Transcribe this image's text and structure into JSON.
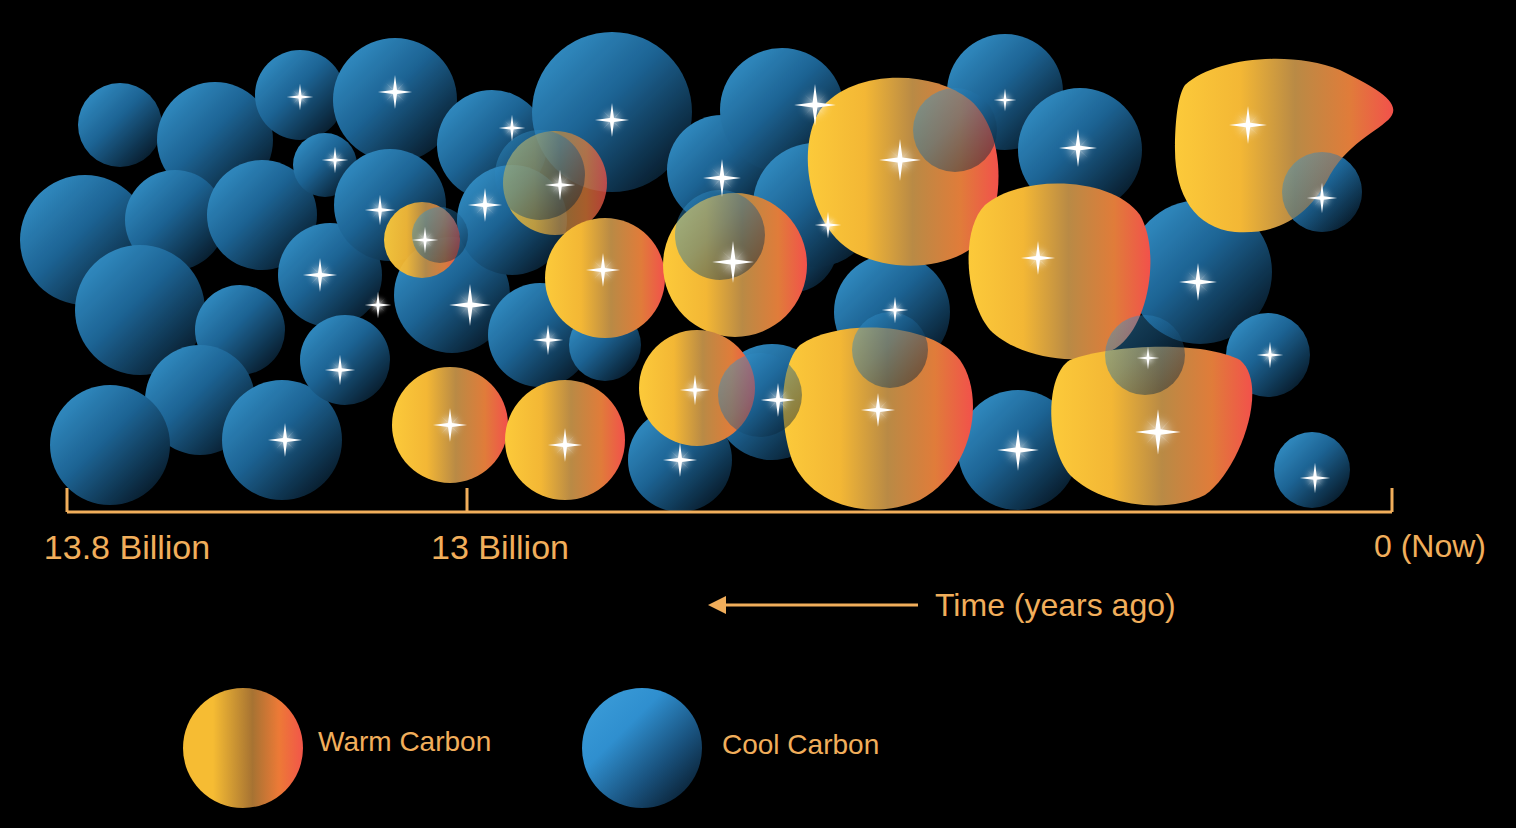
{
  "diagram": {
    "labels": [
      "13.8 Billion",
      "13 Billion",
      "0 (Now)",
      "Time (years ago)"
    ],
    "legend": [
      {
        "text": "Warm Carbon",
        "color": "#f6bc33"
      },
      {
        "text": "Cool Carbon",
        "color": "#2f8fcf"
      }
    ]
  }
}
